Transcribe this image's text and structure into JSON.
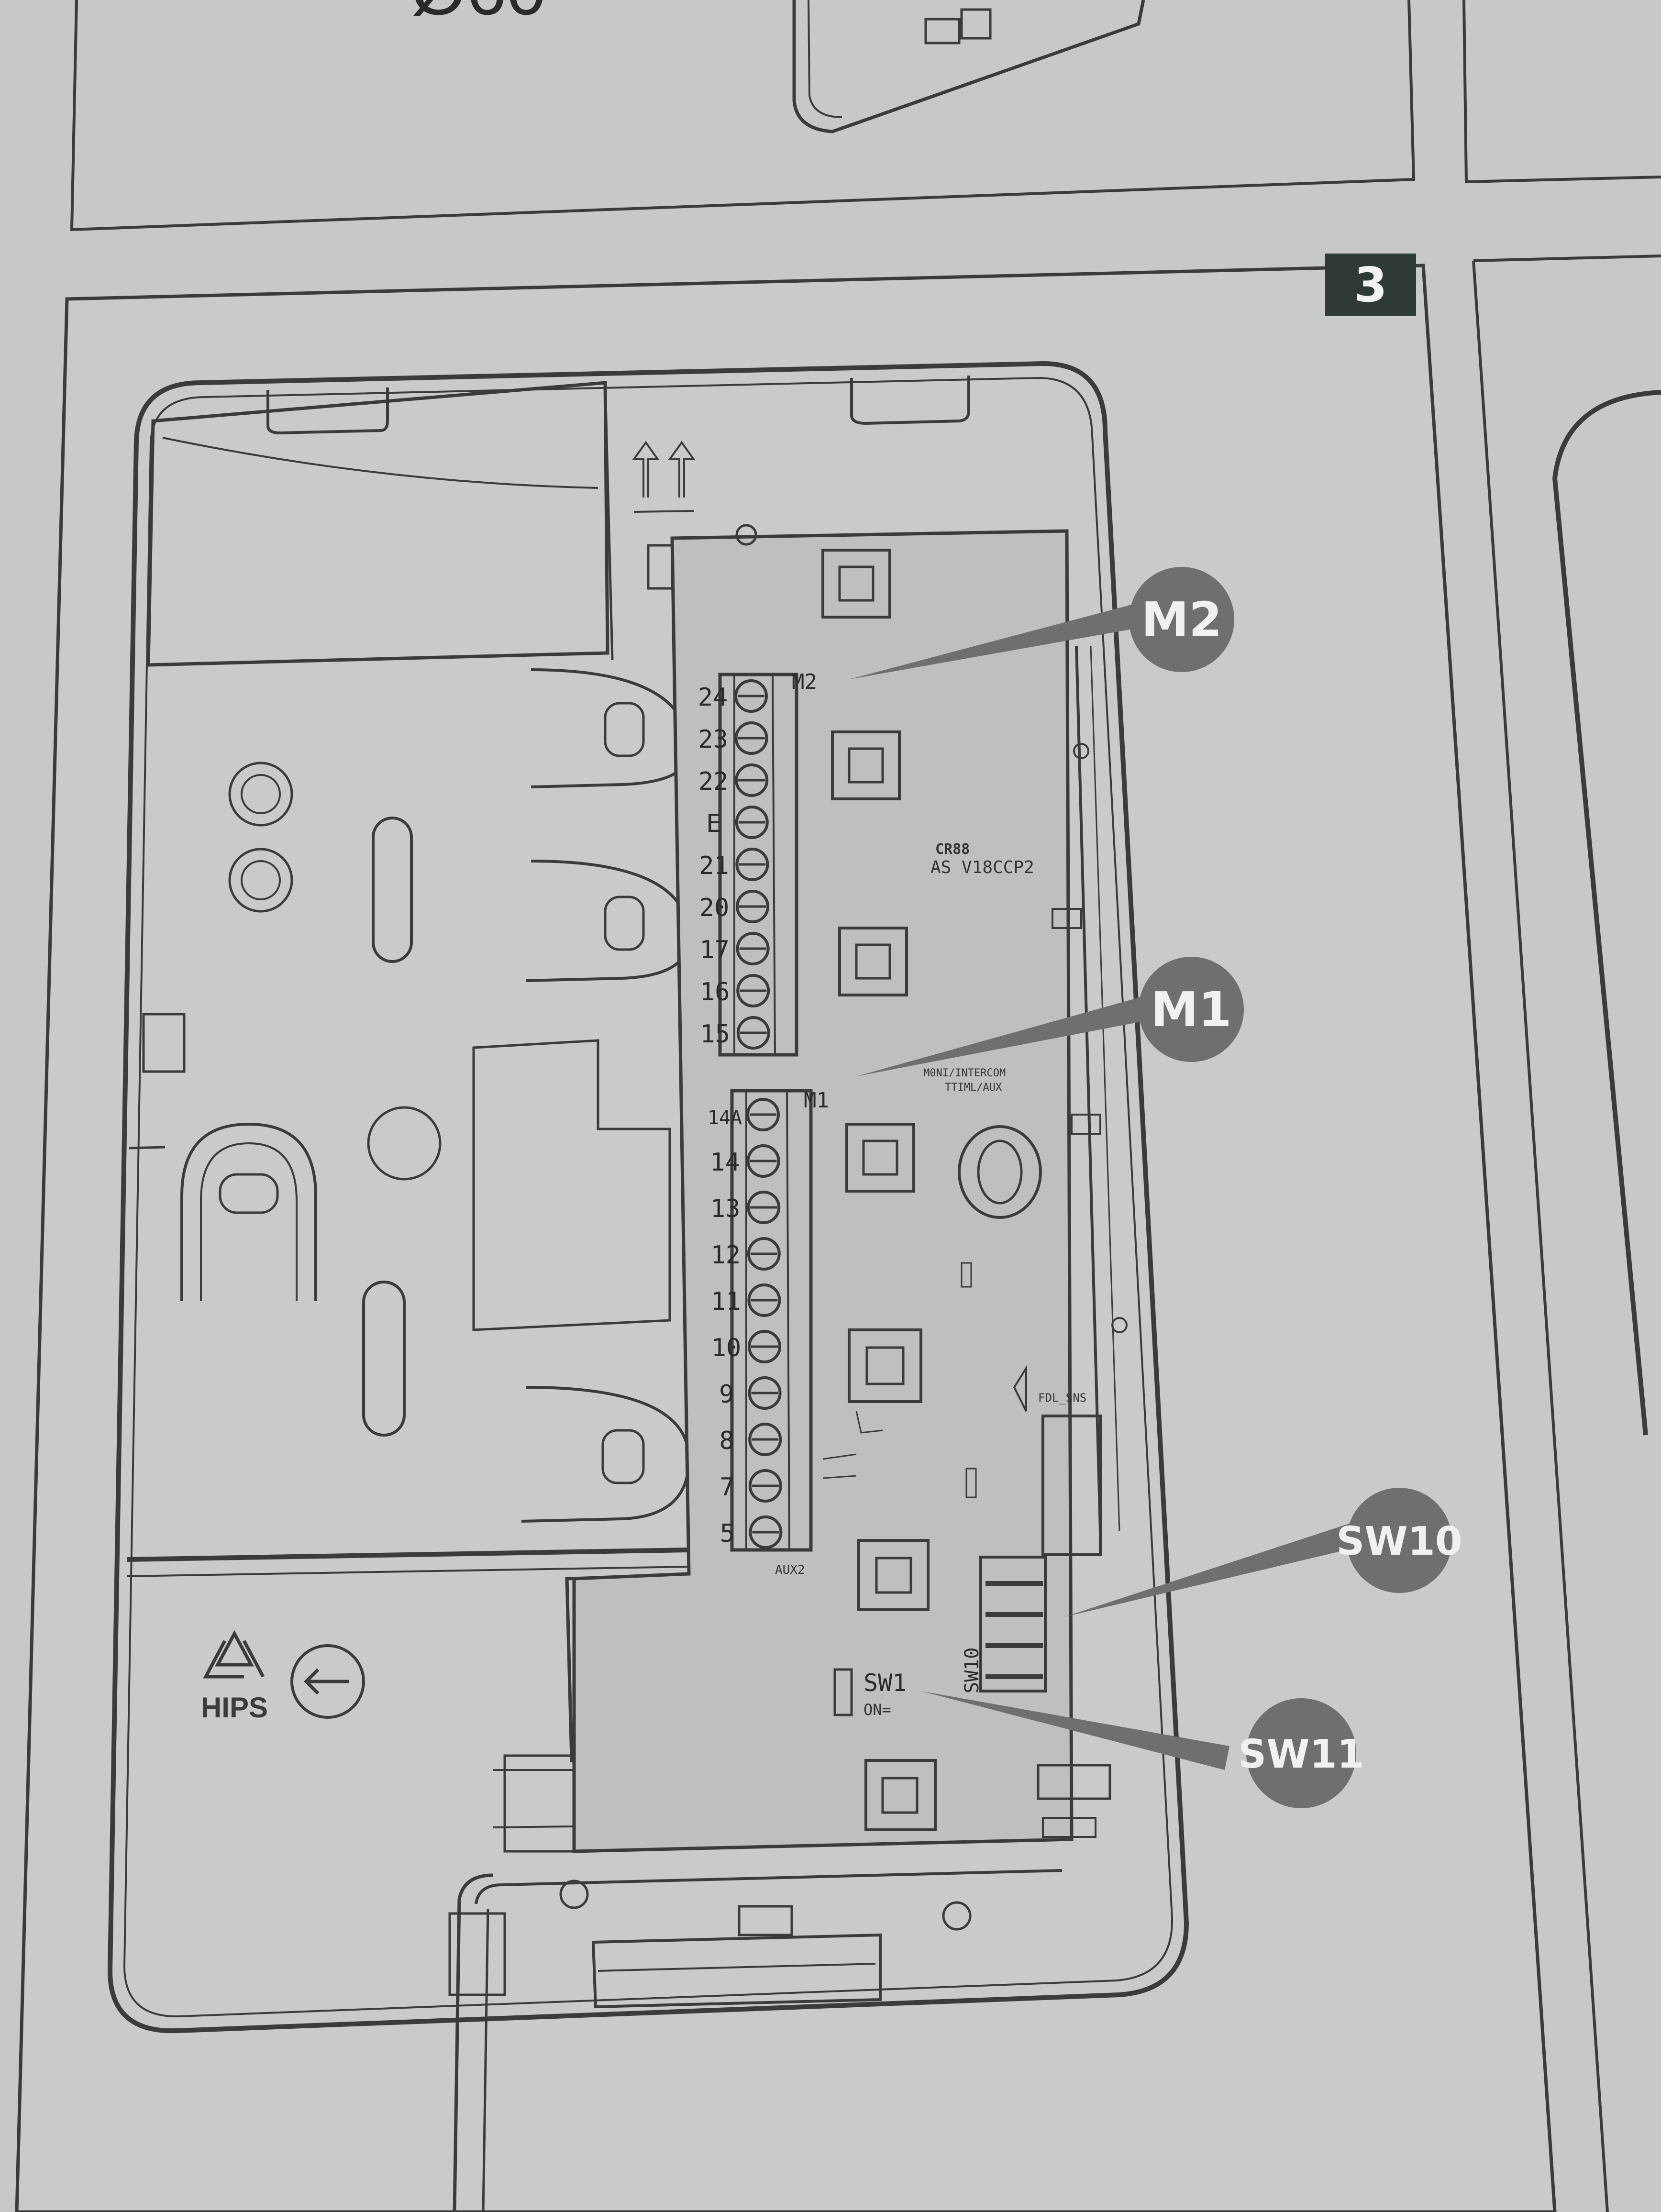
{
  "header": {
    "top_dimension": "Ø60",
    "step_number": "3"
  },
  "callouts": {
    "m2": "M2",
    "m1": "M1",
    "sw10": "SW10",
    "sw11": "SW11"
  },
  "terminals": {
    "m2_label": "M2",
    "m1_label": "M1",
    "m2_numbers": [
      "24",
      "23",
      "22",
      "E",
      "21",
      "20",
      "17",
      "16",
      "15"
    ],
    "m1_numbers": [
      "14A",
      "14",
      "13",
      "12",
      "11",
      "10",
      "9",
      "8",
      "7",
      "5"
    ]
  },
  "board_text": {
    "model_line1": "CR88 ",
    "model_line2": "AS V18CCP2",
    "sw1_label": "SW1",
    "sw1_on": "ON=",
    "sw10_vertical": "SW10",
    "aux2": "AUX2",
    "mon": "M0NI/INTERCOM",
    "mon2": "TTIML/AUX",
    "fdl": "FDL_SNS"
  },
  "recycling": {
    "material": "HIPS"
  },
  "colors": {
    "paper": "#c7c9c6",
    "line": "#3a3b3a",
    "callout": "#6f706e",
    "step_badge": "#2f3a34"
  }
}
